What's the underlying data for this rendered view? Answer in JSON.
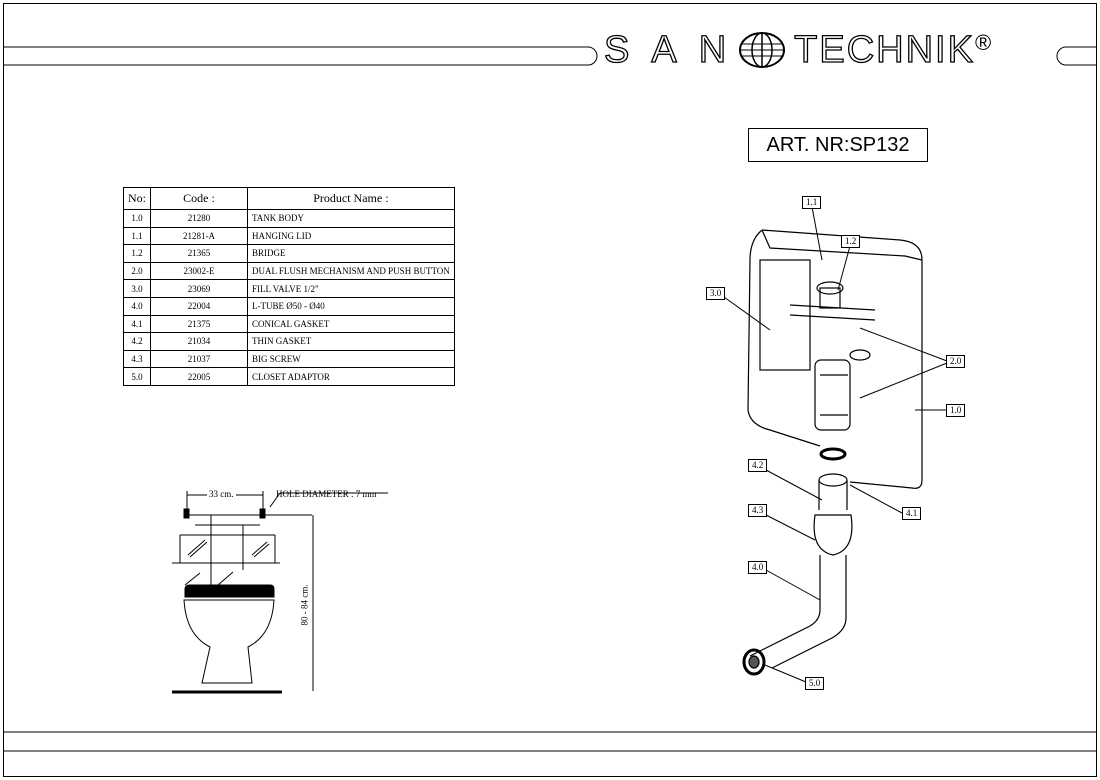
{
  "brand": {
    "left": "SAN",
    "right": "TECHNIK",
    "mark": "®"
  },
  "article": "ART. NR:SP132",
  "parts_table": {
    "headers": [
      "No:",
      "Code :",
      "Product Name :"
    ],
    "rows": [
      [
        "1.0",
        "21280",
        "TANK BODY"
      ],
      [
        "1.1",
        "21281-A",
        "HANGING LID"
      ],
      [
        "1.2",
        "21365",
        "BRIDGE"
      ],
      [
        "2.0",
        "23002-E",
        "DUAL FLUSH MECHANISM AND PUSH BUTTON"
      ],
      [
        "3.0",
        "23069",
        "FILL VALVE 1/2\""
      ],
      [
        "4.0",
        "22004",
        "L-TUBE Ø50 - Ø40"
      ],
      [
        "4.1",
        "21375",
        "CONICAL GASKET"
      ],
      [
        "4.2",
        "21034",
        "THIN GASKET"
      ],
      [
        "4.3",
        "21037",
        "BIG SCREW"
      ],
      [
        "5.0",
        "22005",
        "CLOSET ADAPTOR"
      ]
    ]
  },
  "installation": {
    "width": "33 cm.",
    "hole": "HOLE DIAMETER : 7 mm",
    "height": "80 - 84 cm."
  },
  "callouts": [
    "1.1",
    "1.2",
    "3.0",
    "2.0",
    "1.0",
    "4.2",
    "4.1",
    "4.3",
    "4.0",
    "5.0"
  ]
}
